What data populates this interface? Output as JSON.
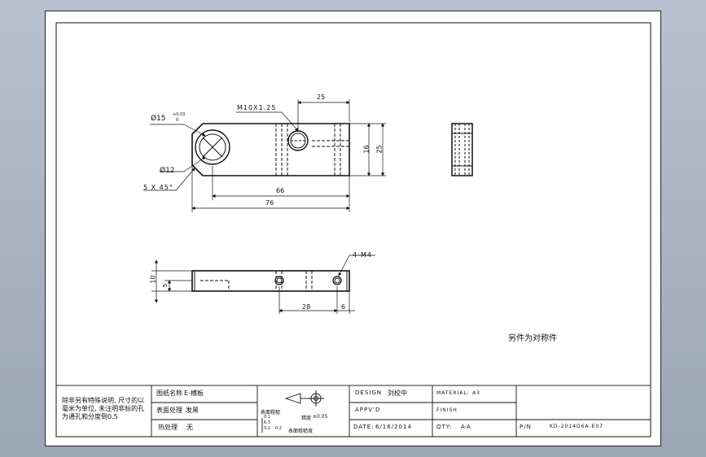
{
  "dims": {
    "d1": "Ø15",
    "d1_tol": "+0.03",
    "d1_tol_low": "0",
    "thread": "M10X1.25",
    "d2": "Ø12",
    "chamfer": "5 X 45°",
    "h25": "25",
    "v16": "16",
    "v25": "25",
    "l66": "66",
    "l76": "76",
    "v10": "10",
    "v5": "5",
    "taps": "4-M4",
    "l28": "28",
    "l6": "6"
  },
  "note_right": "另件为对称件",
  "title_block": {
    "tech_req": "除非另有特殊说明, 尺寸的以毫米为单位, 未注明非标的孔为通孔和分度倒0.5",
    "name_label": "图纸名称",
    "name_value": "E-横板",
    "surface_label": "表面处理",
    "surface_value": "发黑",
    "heat_label": "热处理",
    "heat_value": "无",
    "roughness_label": "表面粗糙",
    "roughness_vals": [
      "0.1",
      "6.3",
      "0.2",
      "0.2"
    ],
    "precision_label": "精度",
    "precision_value": "±0.05",
    "surface_treat": "表面粗糙度",
    "design_label": "DESIGN",
    "design_value": "刘校中",
    "approved_label": "APPV'D",
    "date_label": "DATE:",
    "date_value": "6/16/2014",
    "material_label": "MATERIAL:",
    "material_value": "A3",
    "finish_label": "FINISH",
    "qty_label": "QTY:",
    "qty_value": "A-A",
    "pn_label": "P/N",
    "pn_value": "KD-2014D6A-E07"
  }
}
